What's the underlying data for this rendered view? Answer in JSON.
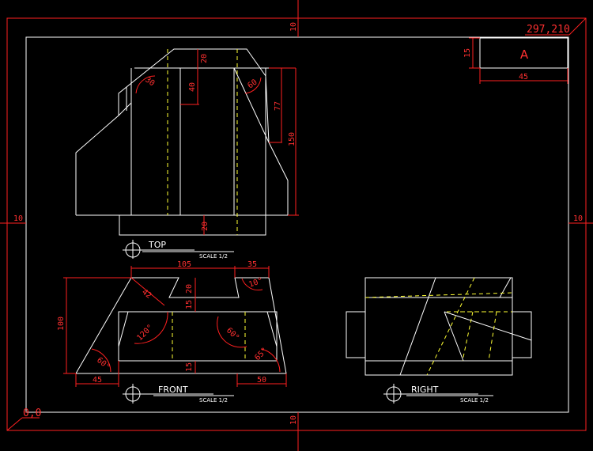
{
  "sheet": {
    "coord_top_right": "297,210",
    "coord_bottom_left": "0,0",
    "margin_top": "10",
    "margin_bottom": "10",
    "margin_left": "10",
    "margin_right": "10"
  },
  "title_block": {
    "letter": "A",
    "height": "15",
    "width": "45"
  },
  "views": {
    "top": {
      "label": "TOP",
      "scale": "SCALE 1/2",
      "dims": {
        "d20a": "20",
        "d40": "40",
        "d77": "77",
        "d150": "150",
        "d20b": "20",
        "ang_a": "30",
        "ang_b": "60"
      }
    },
    "front": {
      "label": "FRONT",
      "scale": "SCALE 1/2",
      "dims": {
        "d105": "105",
        "d35": "35",
        "d42": "42",
        "d20": "20",
        "d15a": "15",
        "d15b": "15",
        "d100": "100",
        "d45": "45",
        "d50": "50",
        "a10": "10°",
        "a120": "120°",
        "a60": "60°",
        "a60b": "60°",
        "a65": "65°"
      }
    },
    "right": {
      "label": "RIGHT",
      "scale": "SCALE 1/2"
    }
  }
}
